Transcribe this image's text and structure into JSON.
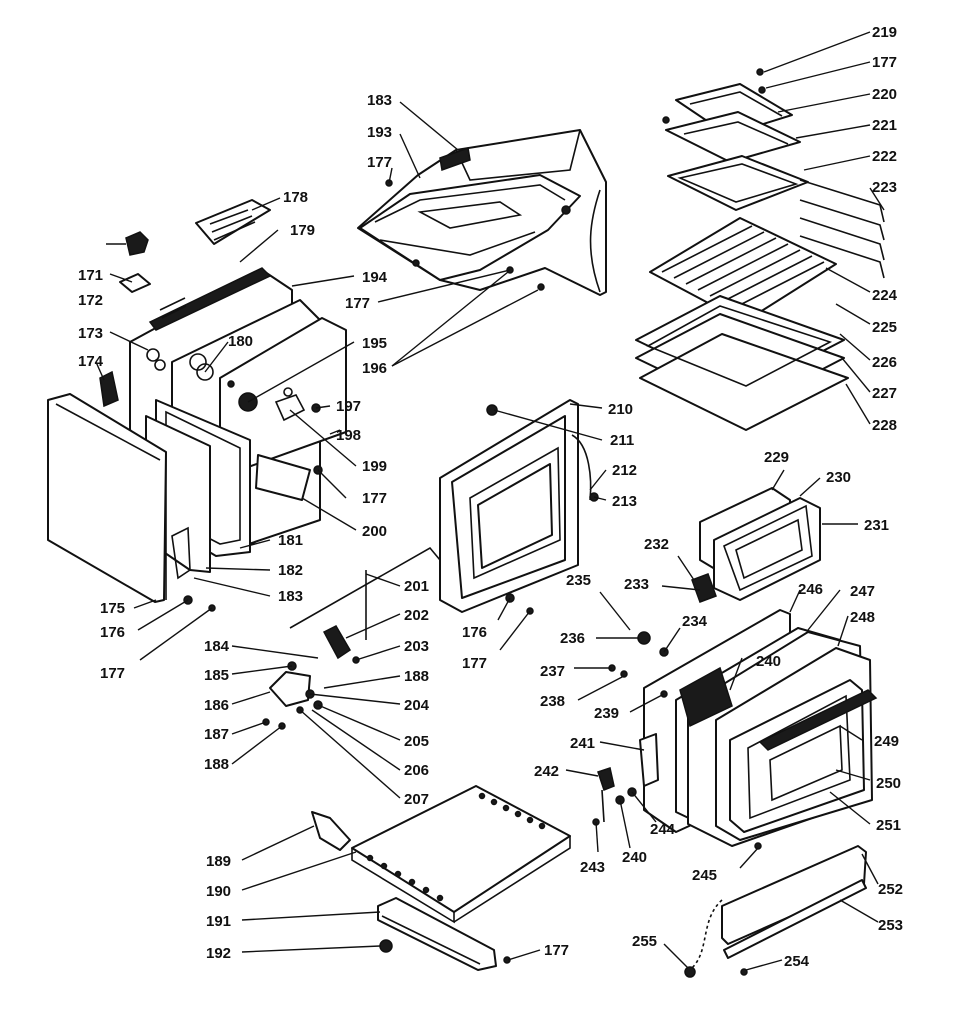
{
  "callouts": [
    {
      "id": "c219",
      "text": "219"
    },
    {
      "id": "c177a",
      "text": "177"
    },
    {
      "id": "c220",
      "text": "220"
    },
    {
      "id": "c221",
      "text": "221"
    },
    {
      "id": "c222",
      "text": "222"
    },
    {
      "id": "c223",
      "text": "223"
    },
    {
      "id": "c224",
      "text": "224"
    },
    {
      "id": "c225",
      "text": "225"
    },
    {
      "id": "c226",
      "text": "226"
    },
    {
      "id": "c227",
      "text": "227"
    },
    {
      "id": "c228",
      "text": "228"
    },
    {
      "id": "c183a",
      "text": "183"
    },
    {
      "id": "c193",
      "text": "193"
    },
    {
      "id": "c177b",
      "text": "177"
    },
    {
      "id": "c177c",
      "text": "177"
    },
    {
      "id": "c196",
      "text": "196"
    },
    {
      "id": "c178",
      "text": "178"
    },
    {
      "id": "c179",
      "text": "179"
    },
    {
      "id": "c171",
      "text": "171"
    },
    {
      "id": "c172",
      "text": "172"
    },
    {
      "id": "c194",
      "text": "194"
    },
    {
      "id": "c173",
      "text": "173"
    },
    {
      "id": "c180",
      "text": "180"
    },
    {
      "id": "c195",
      "text": "195"
    },
    {
      "id": "c174",
      "text": "174"
    },
    {
      "id": "c197",
      "text": "197"
    },
    {
      "id": "c198",
      "text": "198"
    },
    {
      "id": "c199",
      "text": "199"
    },
    {
      "id": "c177d",
      "text": "177"
    },
    {
      "id": "c200",
      "text": "200"
    },
    {
      "id": "c181",
      "text": "181"
    },
    {
      "id": "c182",
      "text": "182"
    },
    {
      "id": "c183b",
      "text": "183"
    },
    {
      "id": "c175",
      "text": "175"
    },
    {
      "id": "c176a",
      "text": "176"
    },
    {
      "id": "c177e",
      "text": "177"
    },
    {
      "id": "c210",
      "text": "210"
    },
    {
      "id": "c211",
      "text": "211"
    },
    {
      "id": "c212",
      "text": "212"
    },
    {
      "id": "c213",
      "text": "213"
    },
    {
      "id": "c176b",
      "text": "176"
    },
    {
      "id": "c177f",
      "text": "177"
    },
    {
      "id": "c229",
      "text": "229"
    },
    {
      "id": "c230",
      "text": "230"
    },
    {
      "id": "c231",
      "text": "231"
    },
    {
      "id": "c232",
      "text": "232"
    },
    {
      "id": "c233",
      "text": "233"
    },
    {
      "id": "c235",
      "text": "235"
    },
    {
      "id": "c246",
      "text": "246"
    },
    {
      "id": "c247",
      "text": "247"
    },
    {
      "id": "c248",
      "text": "248"
    },
    {
      "id": "c236",
      "text": "236"
    },
    {
      "id": "c234",
      "text": "234"
    },
    {
      "id": "c240a",
      "text": "240"
    },
    {
      "id": "c237",
      "text": "237"
    },
    {
      "id": "c238",
      "text": "238"
    },
    {
      "id": "c239",
      "text": "239"
    },
    {
      "id": "c249",
      "text": "249"
    },
    {
      "id": "c241",
      "text": "241"
    },
    {
      "id": "c242",
      "text": "242"
    },
    {
      "id": "c250",
      "text": "250"
    },
    {
      "id": "c251",
      "text": "251"
    },
    {
      "id": "c244",
      "text": "244"
    },
    {
      "id": "c243",
      "text": "243"
    },
    {
      "id": "c240b",
      "text": "240"
    },
    {
      "id": "c245",
      "text": "245"
    },
    {
      "id": "c252",
      "text": "252"
    },
    {
      "id": "c253",
      "text": "253"
    },
    {
      "id": "c255",
      "text": "255"
    },
    {
      "id": "c254",
      "text": "254"
    },
    {
      "id": "c201",
      "text": "201"
    },
    {
      "id": "c202",
      "text": "202"
    },
    {
      "id": "c184",
      "text": "184"
    },
    {
      "id": "c203",
      "text": "203"
    },
    {
      "id": "c185",
      "text": "185"
    },
    {
      "id": "c188a",
      "text": "188"
    },
    {
      "id": "c186",
      "text": "186"
    },
    {
      "id": "c204",
      "text": "204"
    },
    {
      "id": "c187",
      "text": "187"
    },
    {
      "id": "c205",
      "text": "205"
    },
    {
      "id": "c188b",
      "text": "188"
    },
    {
      "id": "c206",
      "text": "206"
    },
    {
      "id": "c207",
      "text": "207"
    },
    {
      "id": "c189",
      "text": "189"
    },
    {
      "id": "c190",
      "text": "190"
    },
    {
      "id": "c191",
      "text": "191"
    },
    {
      "id": "c192",
      "text": "192"
    },
    {
      "id": "c177g",
      "text": "177"
    }
  ]
}
